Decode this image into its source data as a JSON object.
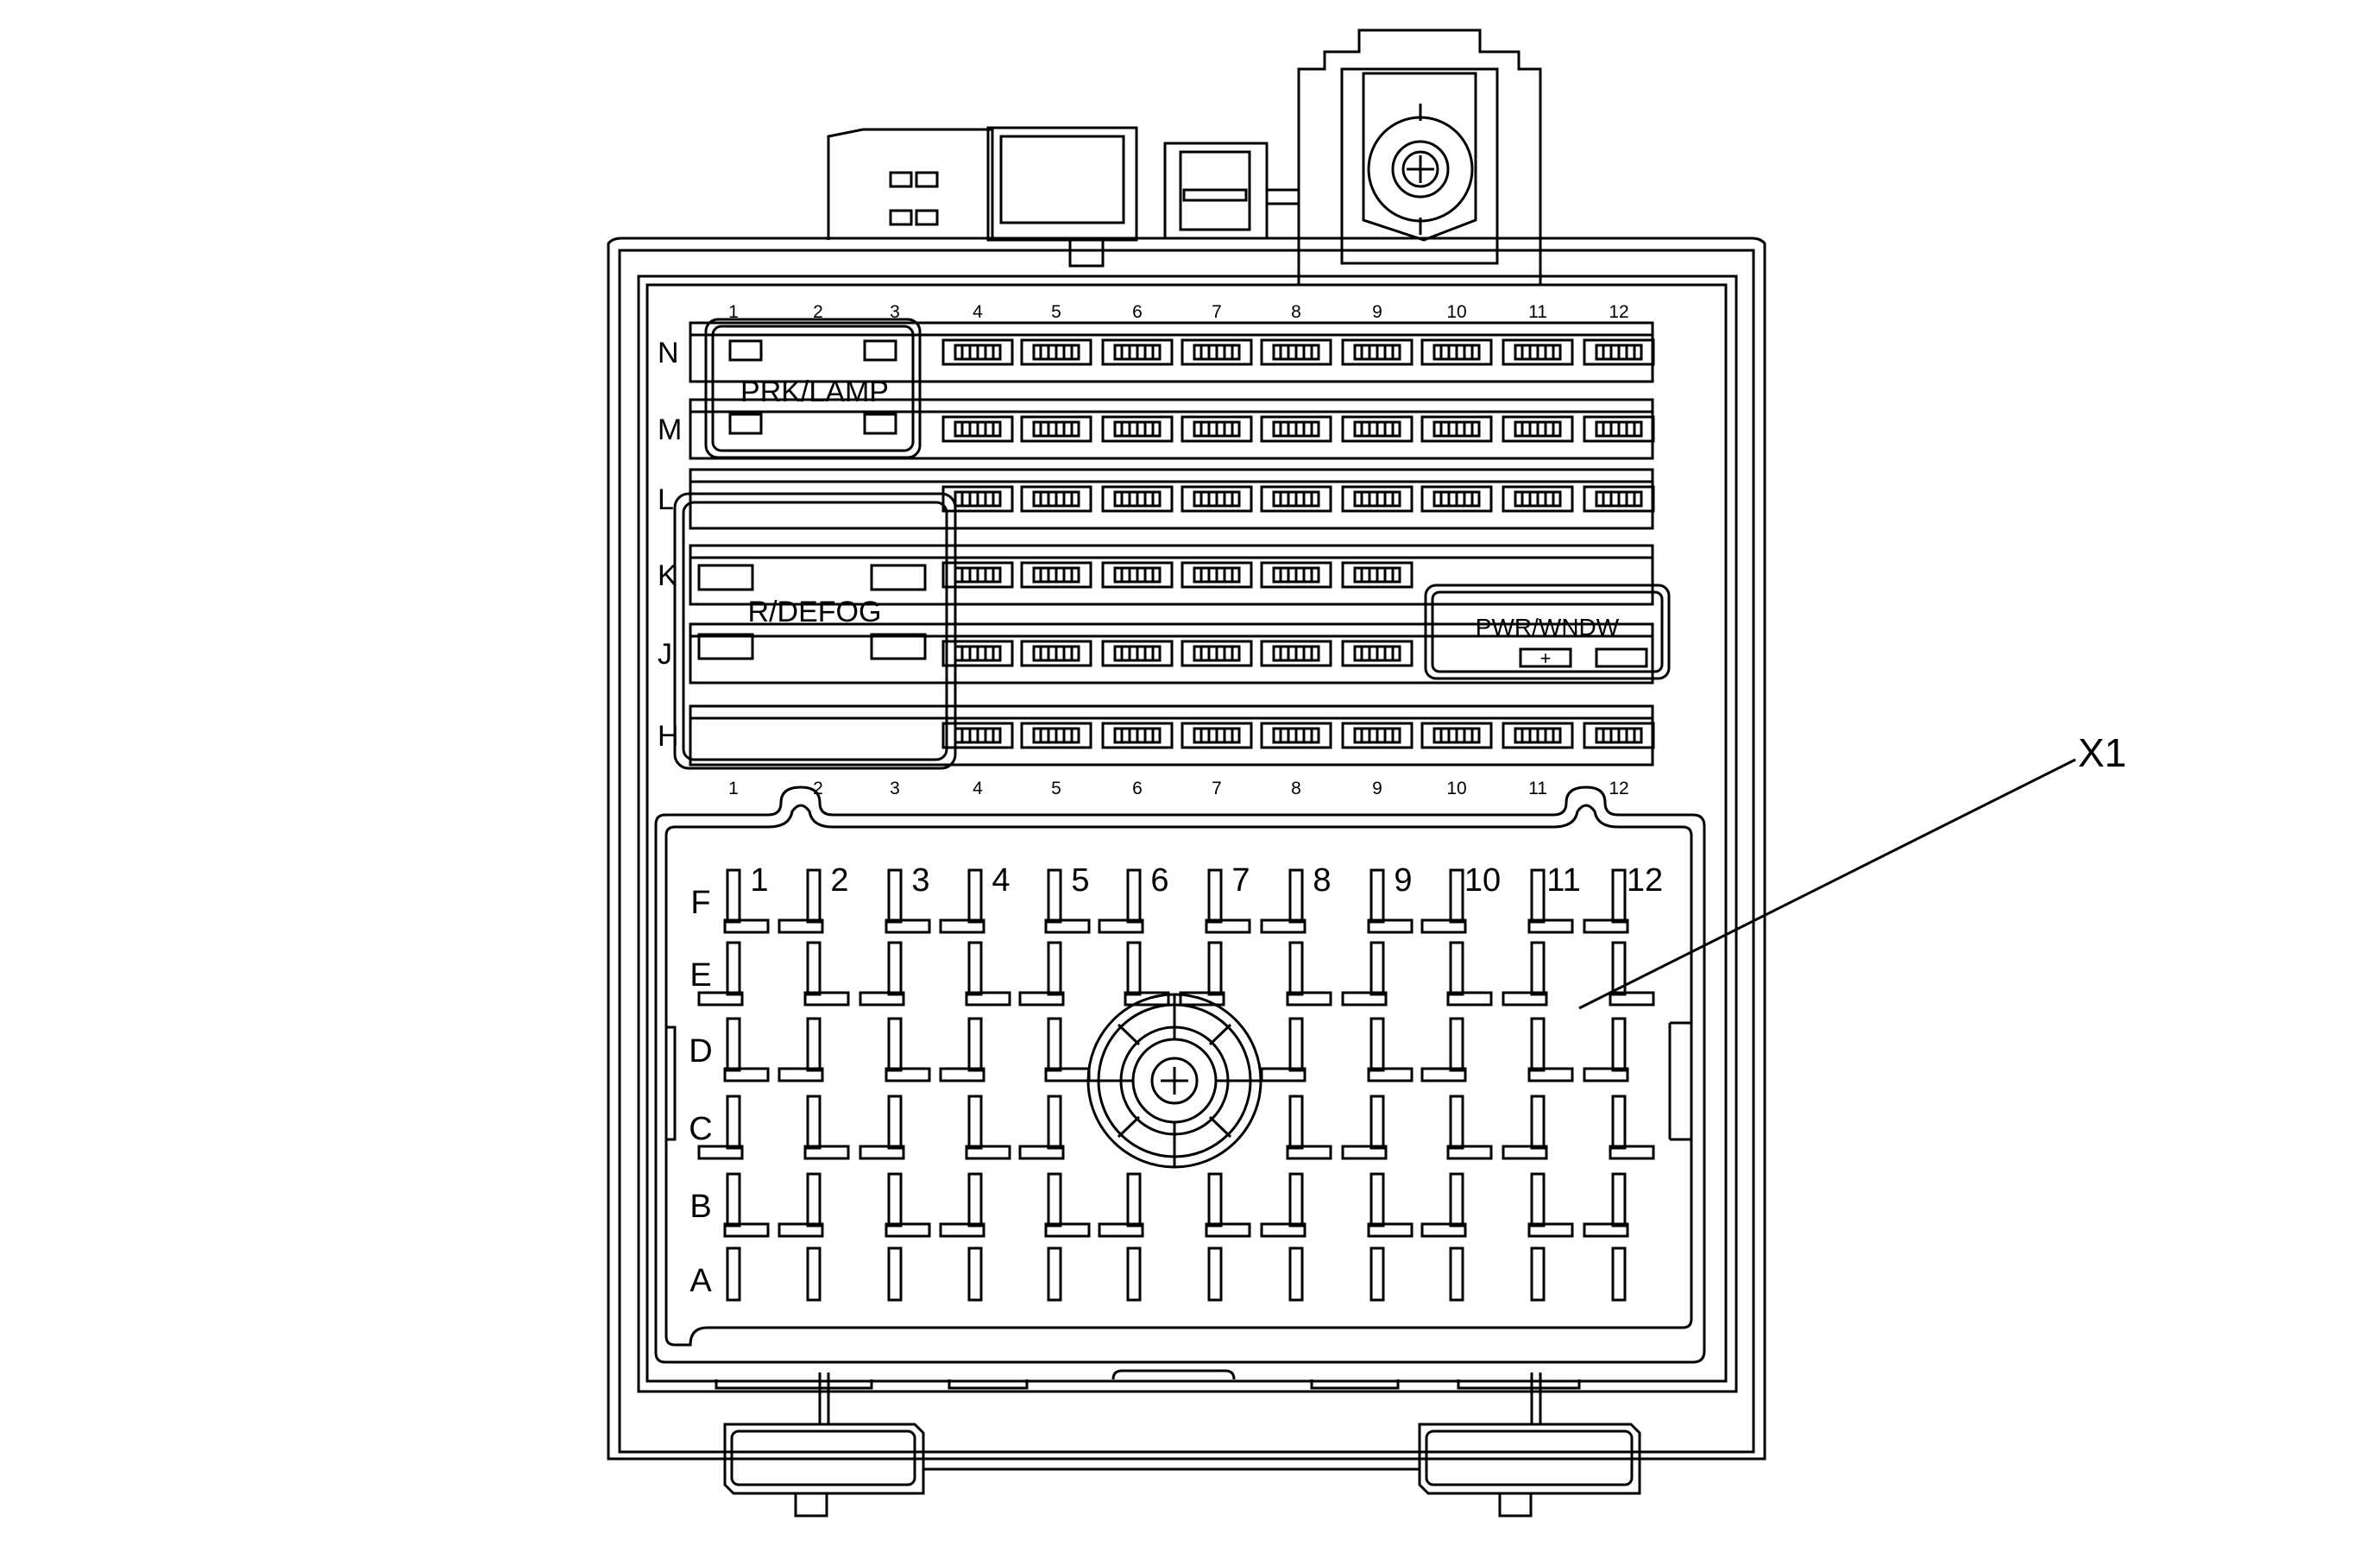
{
  "fuse_grid": {
    "row_labels": [
      "N",
      "M",
      "L",
      "K",
      "J",
      "H"
    ],
    "col_labels": [
      "1",
      "2",
      "3",
      "4",
      "5",
      "6",
      "7",
      "8",
      "9",
      "10",
      "11",
      "12"
    ]
  },
  "relays": {
    "prk_lamp": "PRK/LAMP",
    "r_defog": "R/DEFOG",
    "pwr_wndw": "PWR/WNDW"
  },
  "connector": {
    "row_labels": [
      "F",
      "E",
      "D",
      "C",
      "B",
      "A"
    ],
    "col_labels": [
      "1",
      "2",
      "3",
      "4",
      "5",
      "6",
      "7",
      "8",
      "9",
      "10",
      "11",
      "12"
    ]
  },
  "callout": {
    "label": "X1"
  }
}
